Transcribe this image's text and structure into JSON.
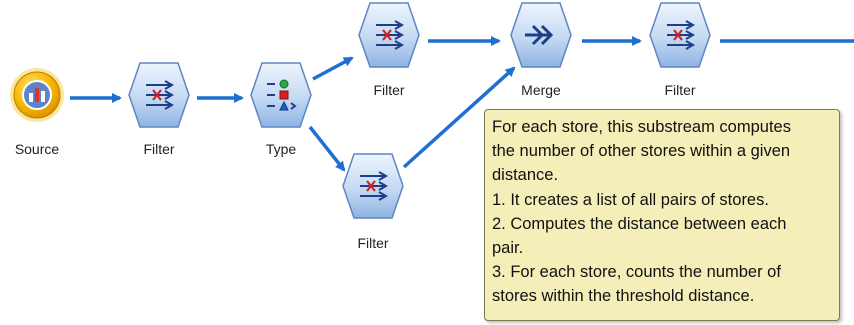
{
  "nodes": [
    {
      "id": "source",
      "label": "Source",
      "icon": "source-icon"
    },
    {
      "id": "filter1",
      "label": "Filter",
      "icon": "filter-icon"
    },
    {
      "id": "type",
      "label": "Type",
      "icon": "type-icon"
    },
    {
      "id": "filter-upper",
      "label": "Filter",
      "icon": "filter-icon"
    },
    {
      "id": "filter-lower",
      "label": "Filter",
      "icon": "filter-icon"
    },
    {
      "id": "merge",
      "label": "Merge",
      "icon": "merge-icon"
    },
    {
      "id": "filter-end",
      "label": "Filter",
      "icon": "filter-icon"
    }
  ],
  "edges": [
    [
      "source",
      "filter1"
    ],
    [
      "filter1",
      "type"
    ],
    [
      "type",
      "filter-upper"
    ],
    [
      "type",
      "filter-lower"
    ],
    [
      "filter-upper",
      "merge"
    ],
    [
      "filter-lower",
      "merge"
    ],
    [
      "merge",
      "filter-end"
    ]
  ],
  "comment": {
    "lines": [
      "For each store, this substream computes",
      "the number of other stores within a given",
      "distance.",
      "1. It creates a list of all pairs of stores.",
      "2. Computes the distance between each",
      "pair.",
      "3. For each store, counts the number of",
      "stores within the threshold distance."
    ]
  },
  "colors": {
    "connector": "#1f6fd1",
    "node_fill_light": "#e3effc",
    "node_fill_dark": "#8fb3e3",
    "node_border": "#5d86c2",
    "note_background": "#f4efb8",
    "source_orange": "#f0a400"
  }
}
